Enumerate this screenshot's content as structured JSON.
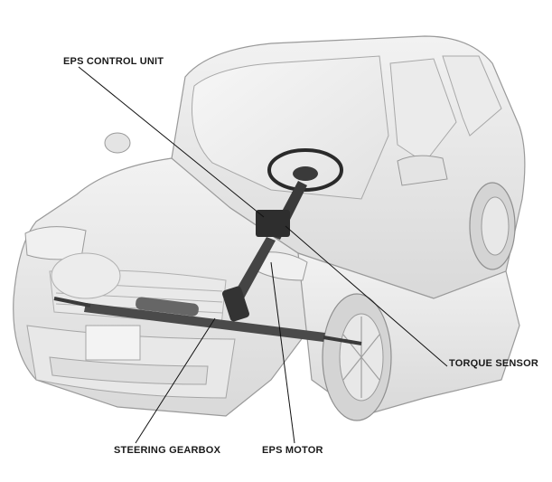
{
  "diagram": {
    "labels": {
      "eps_control_unit": "EPS CONTROL UNIT",
      "torque_sensor": "TORQUE SENSOR",
      "steering_gearbox": "STEERING GEARBOX",
      "eps_motor": "EPS MOTOR"
    },
    "colors": {
      "vehicle_body": "#e6e6e6",
      "vehicle_outline": "#9a9a9a",
      "component_dark": "#3a3a3a",
      "leader_line": "#111111",
      "background": "#ffffff"
    }
  }
}
